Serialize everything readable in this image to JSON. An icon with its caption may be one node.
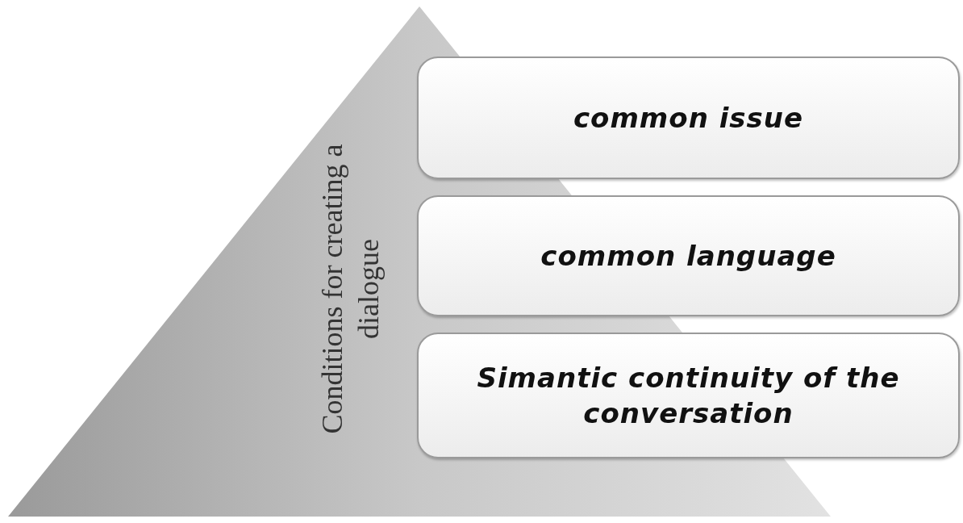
{
  "diagram": {
    "nodes": [
      {
        "text": [
          "Conditions for creating a dialogue"
        ]
      },
      {
        "text": [
          "common issue"
        ]
      },
      {
        "text": [
          "common language"
        ]
      },
      {
        "text": [
          "Simantic continuity of the conversation"
        ]
      }
    ]
  }
}
